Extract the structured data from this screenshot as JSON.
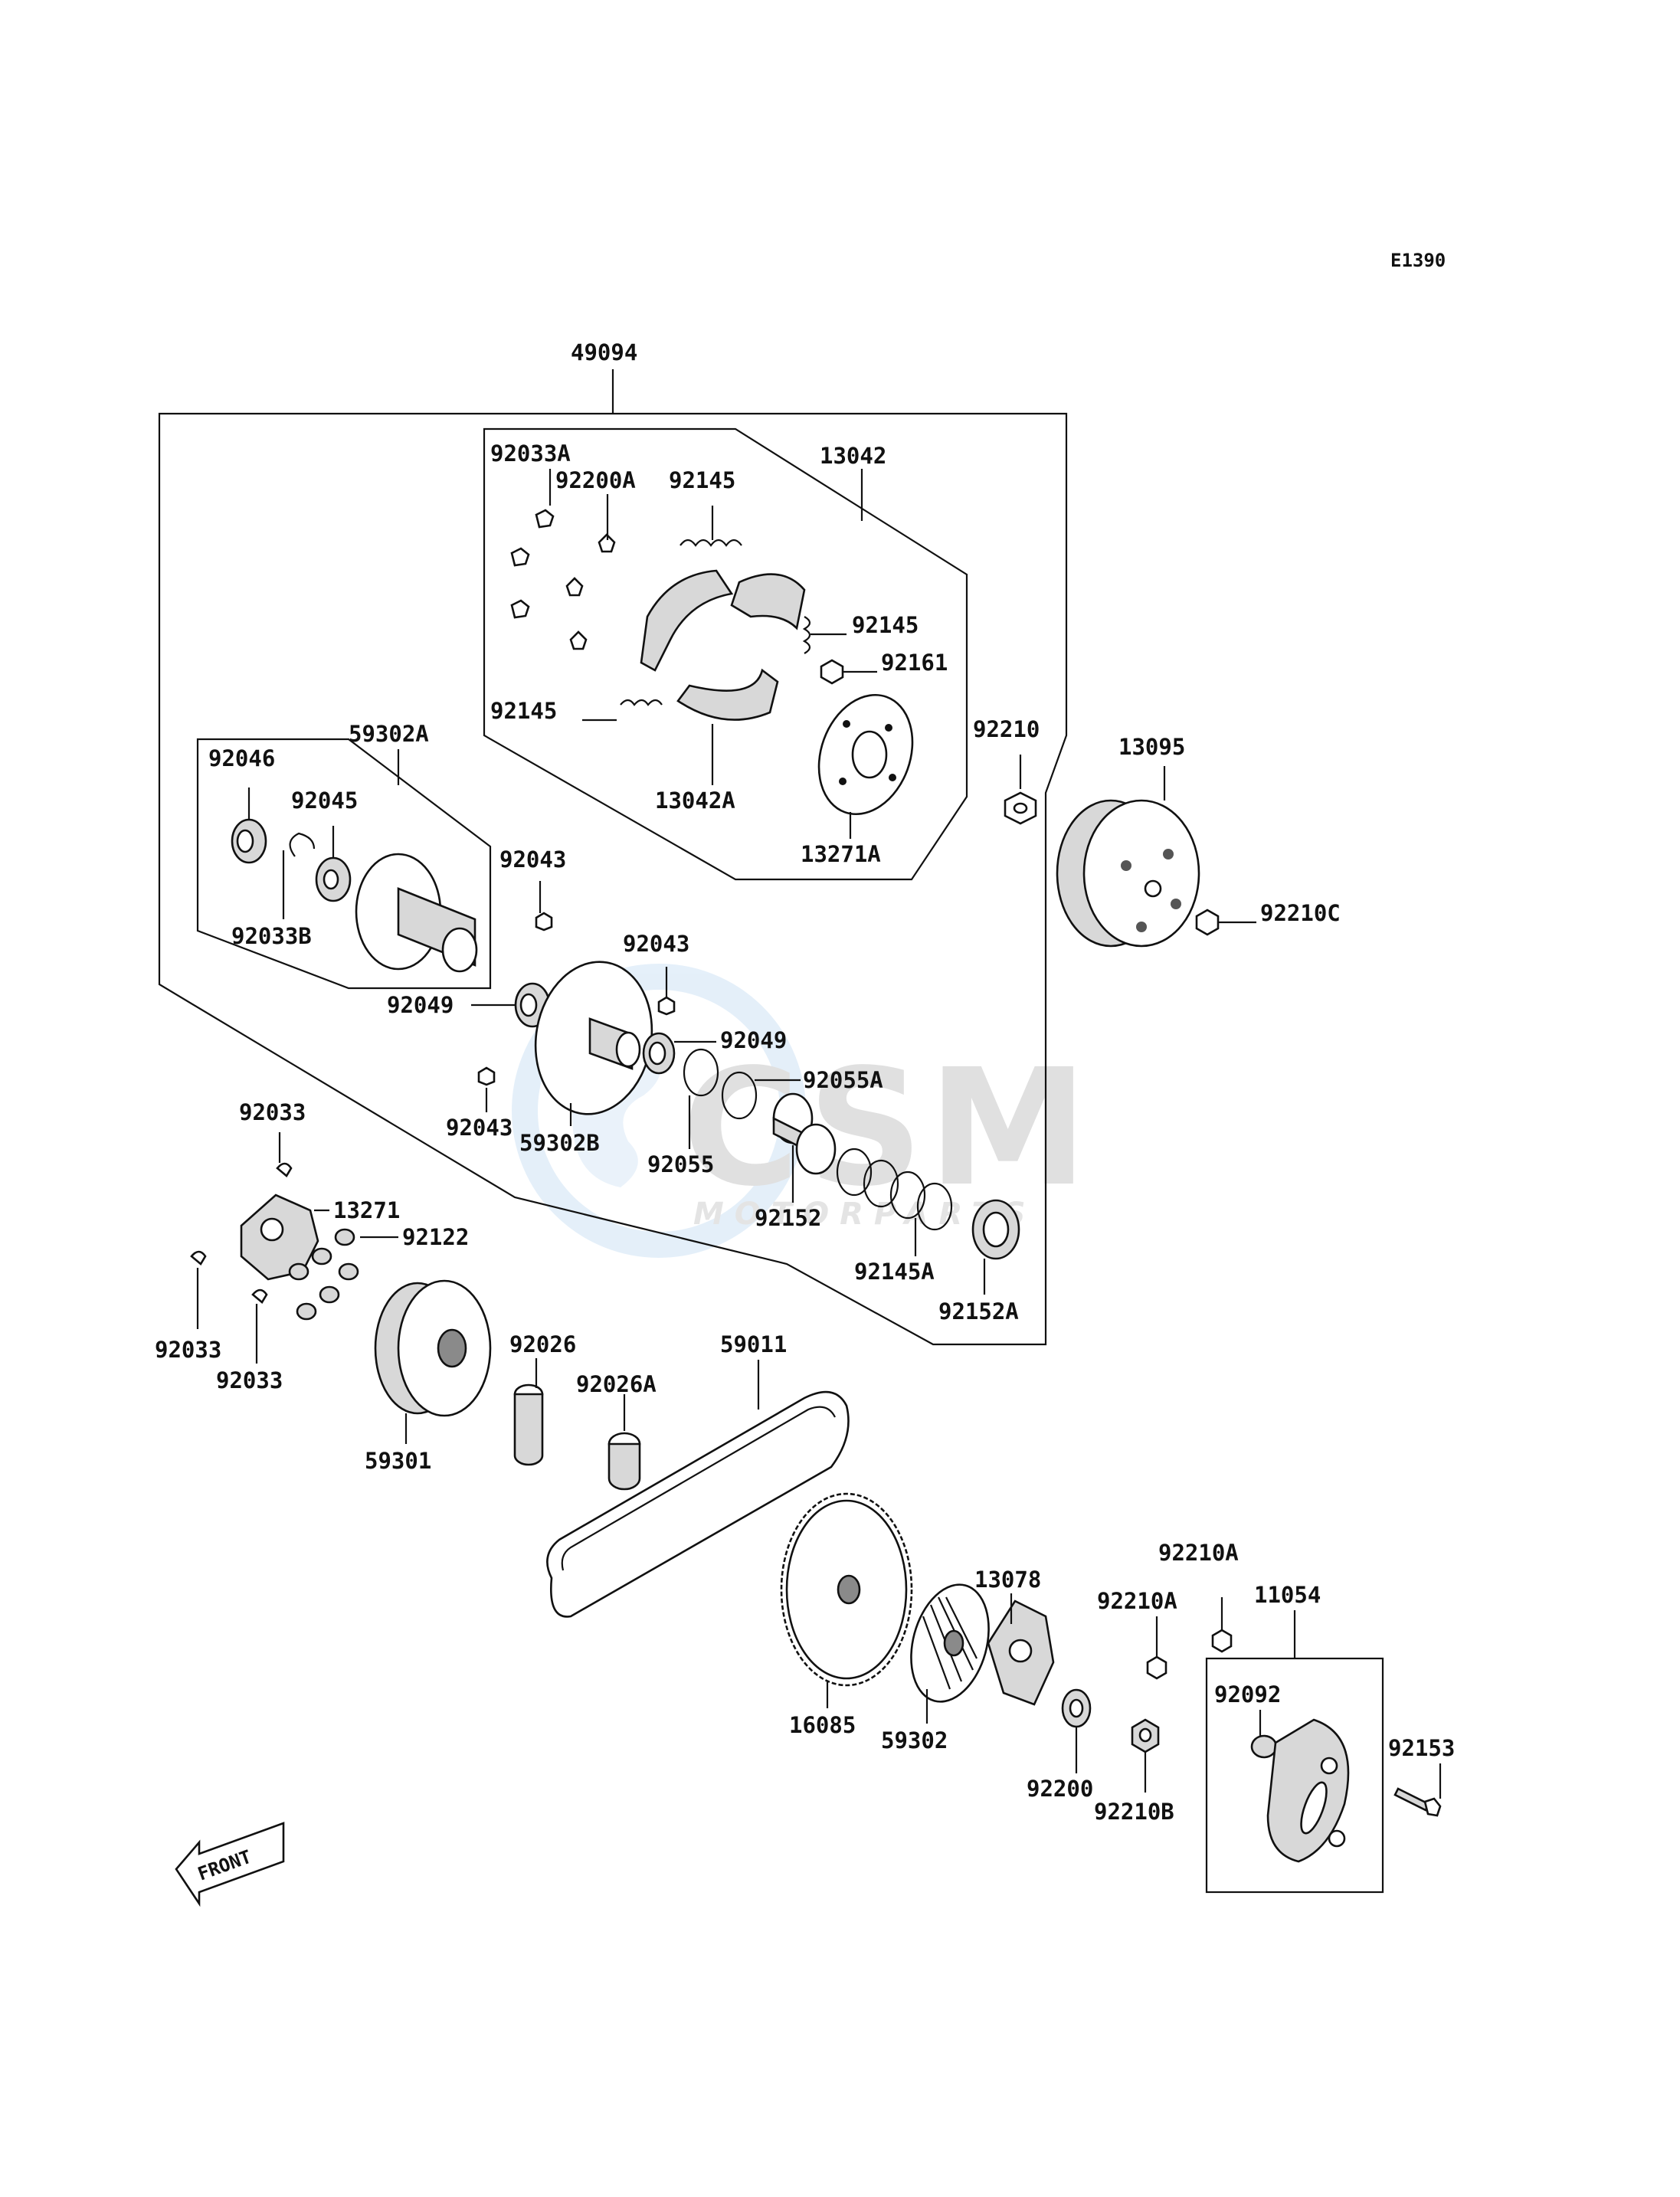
{
  "diagram_code": "E1390",
  "watermark": {
    "brand": "CSM",
    "sub": "MOTORPARTS"
  },
  "front_label": "FRONT",
  "colors": {
    "ink": "#111111",
    "watermark_blue": "#cfe3f5",
    "watermark_gray": "#c8c8c8"
  },
  "labels": {
    "p49094": "49094",
    "p13042": "13042",
    "p92033A": "92033A",
    "p92200A": "92200A",
    "p92145_top": "92145",
    "p92145_right": "92145",
    "p92161": "92161",
    "p92145_left": "92145",
    "p13042A": "13042A",
    "p13271A": "13271A",
    "p92210": "92210",
    "p13095": "13095",
    "p92210C": "92210C",
    "p92046": "92046",
    "p59302A": "59302A",
    "p92045": "92045",
    "p92033B": "92033B",
    "p92043_a": "92043",
    "p92043_b": "92043",
    "p92043_c": "92043",
    "p92049_a": "92049",
    "p92049_b": "92049",
    "p92055A": "92055A",
    "p92055": "92055",
    "p59302B": "59302B",
    "p92152": "92152",
    "p92145A": "92145A",
    "p92152A": "92152A",
    "p92033_top": "92033",
    "p13271": "13271",
    "p92122": "92122",
    "p92033_left": "92033",
    "p92033_bottom": "92033",
    "p59301": "59301",
    "p92026": "92026",
    "p92026A": "92026A",
    "p59011": "59011",
    "p16085": "16085",
    "p59302": "59302",
    "p13078": "13078",
    "p92210A_1": "92210A",
    "p92210A_2": "92210A",
    "p11054": "11054",
    "p92092": "92092",
    "p92200": "92200",
    "p92210B": "92210B",
    "p92153": "92153"
  }
}
